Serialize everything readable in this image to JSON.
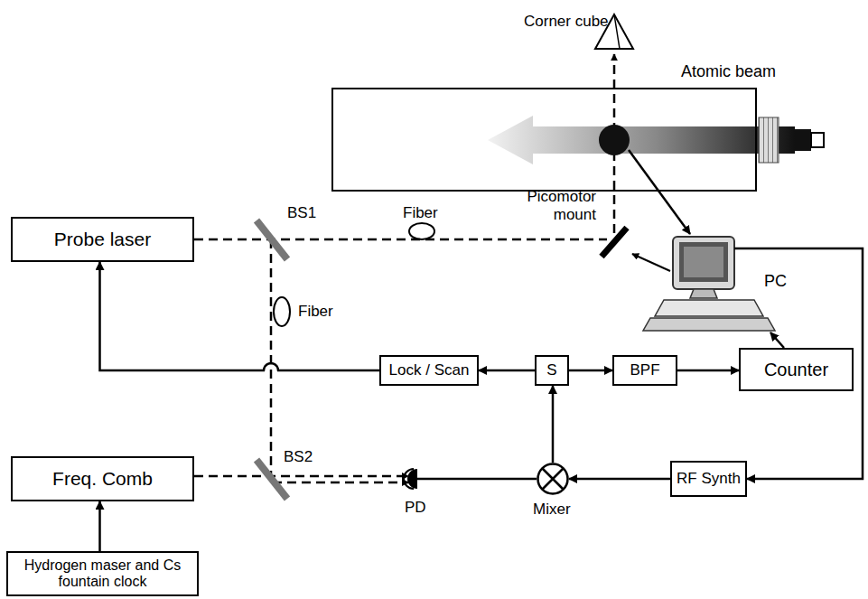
{
  "diagram": {
    "nodes": [
      {
        "text": [
          "Probe laser"
        ]
      },
      {
        "text": [
          "Atomic beam"
        ]
      },
      {
        "text": [
          "PC"
        ]
      },
      {
        "text": [
          "Lock / Scan"
        ]
      },
      {
        "text": [
          "S"
        ]
      },
      {
        "text": [
          "BPF"
        ]
      },
      {
        "text": [
          "Counter"
        ]
      },
      {
        "text": [
          "Freq. Comb"
        ]
      },
      {
        "text": [
          "Mixer"
        ]
      },
      {
        "text": [
          "RF Synth"
        ]
      },
      {
        "text": [
          "Hydrogen maser and Cs fountain clock"
        ]
      }
    ],
    "edges": [
      {
        "from": 3,
        "to": 0,
        "arrow": "to"
      },
      {
        "from": 4,
        "to": 3,
        "arrow": "to"
      },
      {
        "from": 4,
        "to": 5,
        "arrow": "to"
      },
      {
        "from": 5,
        "to": 6,
        "arrow": "to"
      },
      {
        "from": 6,
        "to": 2,
        "arrow": "to"
      },
      {
        "from": 8,
        "to": 4,
        "arrow": "to"
      },
      {
        "from": 9,
        "to": 8,
        "arrow": "to"
      },
      {
        "from": 10,
        "to": 7,
        "arrow": "to"
      },
      {
        "from": 2,
        "to": 9,
        "arrow": "to"
      },
      {
        "from": 1,
        "to": 2,
        "arrow": "to"
      }
    ],
    "labels": [
      "Corner cube",
      "BS1",
      "Fiber",
      "Picomotor mount",
      "Fiber",
      "BS2",
      "PD"
    ]
  }
}
